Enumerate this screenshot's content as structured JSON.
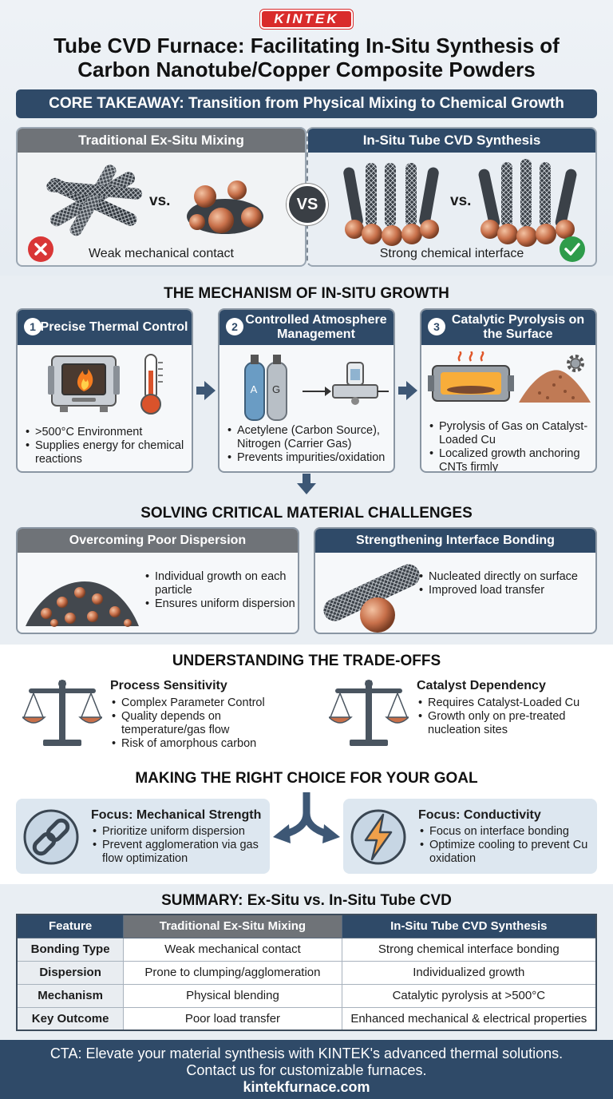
{
  "brand": {
    "logo_text": "KINTEK",
    "color": "#d92b2b"
  },
  "title_line1": "Tube CVD Furnace: Facilitating In-Situ Synthesis of",
  "title_line2": "Carbon Nanotube/Copper Composite Powders",
  "core_takeaway": "CORE TAKEAWAY: Transition from Physical Mixing to Chemical Growth",
  "comparison": {
    "left": {
      "header": "Traditional Ex-Situ Mixing",
      "vs": "vs.",
      "caption": "Weak mechanical contact"
    },
    "right": {
      "header": "In-Situ Tube CVD Synthesis",
      "vs": "vs.",
      "caption": "Strong chemical interface"
    },
    "center_badge": "VS"
  },
  "mechanism": {
    "title": "THE MECHANISM OF IN-SITU GROWTH",
    "steps": [
      {
        "num": "1",
        "title": "Precise Thermal Control",
        "bullets": [
          ">500°C Environment",
          "Supplies energy for chemical reactions"
        ]
      },
      {
        "num": "2",
        "title": "Controlled Atmosphere Management",
        "bullets": [
          "Acetylene (Carbon Source), Nitrogen (Carrier Gas)",
          "Prevents impurities/oxidation"
        ],
        "cyl_a": "A",
        "cyl_b": "G"
      },
      {
        "num": "3",
        "title": "Catalytic Pyrolysis on the Surface",
        "bullets": [
          "Pyrolysis of Gas on Catalyst-Loaded Cu",
          "Localized growth anchoring CNTs firmly"
        ]
      }
    ]
  },
  "challenges": {
    "title": "SOLVING CRITICAL MATERIAL CHALLENGES",
    "cards": [
      {
        "title": "Overcoming Poor Dispersion",
        "bullets": [
          "Individual growth on each particle",
          "Ensures uniform dispersion"
        ]
      },
      {
        "title": "Strengthening Interface Bonding",
        "bullets": [
          "Nucleated directly on surface",
          "Improved load transfer"
        ]
      }
    ]
  },
  "tradeoffs": {
    "title": "UNDERSTANDING THE TRADE-OFFS",
    "items": [
      {
        "title": "Process Sensitivity",
        "bullets": [
          "Complex Parameter Control",
          "Quality depends on temperature/gas flow",
          "Risk of amorphous carbon"
        ]
      },
      {
        "title": "Catalyst Dependency",
        "bullets": [
          "Requires Catalyst-Loaded Cu",
          "Growth only on pre-treated nucleation sites"
        ]
      }
    ]
  },
  "goals": {
    "title": "MAKING THE RIGHT CHOICE FOR YOUR GOAL",
    "items": [
      {
        "title": "Focus: Mechanical Strength",
        "bullets": [
          "Prioritize uniform dispersion",
          "Prevent agglomeration via gas flow optimization"
        ]
      },
      {
        "title": "Focus: Conductivity",
        "bullets": [
          "Focus on interface bonding",
          "Optimize cooling to prevent Cu oxidation"
        ]
      }
    ]
  },
  "summary": {
    "title": "SUMMARY: Ex-Situ vs. In-Situ Tube CVD",
    "headers": [
      "Feature",
      "Traditional Ex-Situ Mixing",
      "In-Situ Tube CVD Synthesis"
    ],
    "rows": [
      [
        "Bonding Type",
        "Weak mechanical contact",
        "Strong chemical interface bonding"
      ],
      [
        "Dispersion",
        "Prone to clumping/agglomeration",
        "Individualized growth"
      ],
      [
        "Mechanism",
        "Physical blending",
        "Catalytic pyrolysis at >500°C"
      ],
      [
        "Key Outcome",
        "Poor load transfer",
        "Enhanced mechanical & electrical properties"
      ]
    ]
  },
  "cta": {
    "line1": "CTA: Elevate your material synthesis with KINTEK's advanced thermal solutions.",
    "line2": "Contact us for customizable furnaces.",
    "line3": "kintekfurnace.com"
  },
  "colors": {
    "navy": "#2f4a68",
    "gray_header": "#6f7378",
    "copper": "#c8704a",
    "bad": "#d93636",
    "good": "#2e9c4a"
  },
  "icons": [
    "cnt-bundle-icon",
    "copper-particles-icon",
    "cross-icon",
    "check-icon",
    "furnace-icon",
    "thermometer-icon",
    "gas-cylinder-icon",
    "valve-icon",
    "tube-furnace-icon",
    "powder-pile-icon",
    "gear-icon",
    "balance-scale-icon",
    "chain-link-icon",
    "lightning-icon",
    "split-arrow-icon"
  ]
}
